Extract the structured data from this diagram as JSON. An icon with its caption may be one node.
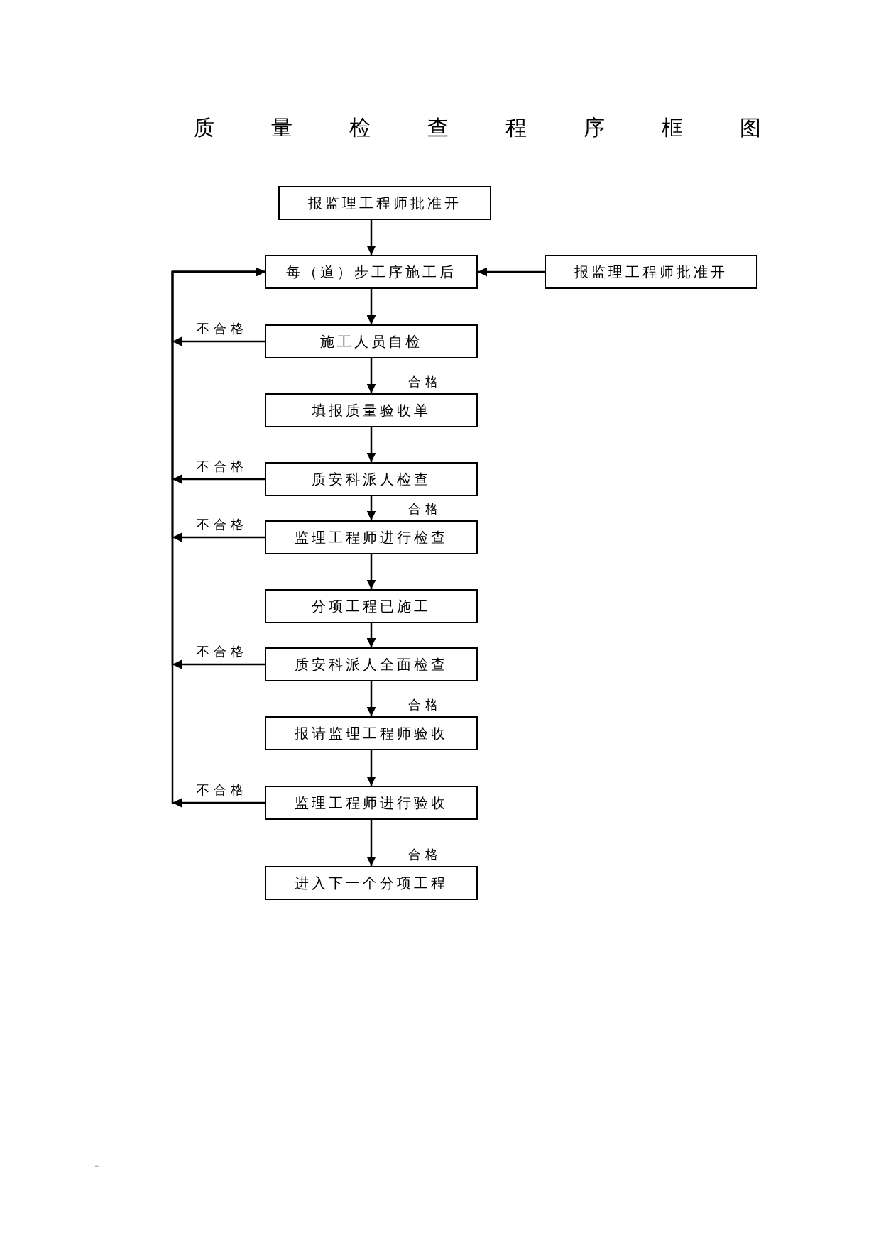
{
  "diagram": {
    "title": "质量检查程序框图",
    "nodes": [
      {
        "text": [
          "报监理工程师批准开"
        ]
      },
      {
        "text": [
          "每（道）步工序施工后"
        ]
      },
      {
        "text": [
          "报监理工程师批准开"
        ]
      },
      {
        "text": [
          "施工人员自检"
        ]
      },
      {
        "text": [
          "填报质量验收单"
        ]
      },
      {
        "text": [
          "质安科派人检查"
        ]
      },
      {
        "text": [
          "监理工程师进行检查"
        ]
      },
      {
        "text": [
          "分项工程已施工"
        ]
      },
      {
        "text": [
          "质安科派人全面检查"
        ]
      },
      {
        "text": [
          "报请监理工程师验收"
        ]
      },
      {
        "text": [
          "监理工程师进行验收"
        ]
      },
      {
        "text": [
          "进入下一个分项工程"
        ]
      }
    ],
    "edges": [
      {
        "from": 0,
        "to": 1,
        "arrow": "to"
      },
      {
        "from": 2,
        "to": 1,
        "arrow": "to"
      },
      {
        "from": 1,
        "to": 3,
        "arrow": "to"
      },
      {
        "from": 3,
        "to": 4,
        "arrow": "to",
        "label": "合格"
      },
      {
        "from": 4,
        "to": 5,
        "arrow": "to"
      },
      {
        "from": 5,
        "to": 6,
        "arrow": "to",
        "label": "合格"
      },
      {
        "from": 6,
        "to": 7,
        "arrow": "to"
      },
      {
        "from": 7,
        "to": 8,
        "arrow": "to"
      },
      {
        "from": 8,
        "to": 9,
        "arrow": "to",
        "label": "合格"
      },
      {
        "from": 9,
        "to": 10,
        "arrow": "to"
      },
      {
        "from": 10,
        "to": 11,
        "arrow": "to",
        "label": "合格"
      },
      {
        "from": 3,
        "to": 1,
        "arrow": "to",
        "label": "不合格"
      },
      {
        "from": 5,
        "to": 1,
        "arrow": "to",
        "label": "不合格"
      },
      {
        "from": 6,
        "to": 1,
        "arrow": "to",
        "label": "不合格"
      },
      {
        "from": 8,
        "to": 1,
        "arrow": "to",
        "label": "不合格"
      },
      {
        "from": 10,
        "to": 1,
        "arrow": "to",
        "label": "不合格"
      }
    ],
    "labels": [
      "-"
    ]
  }
}
